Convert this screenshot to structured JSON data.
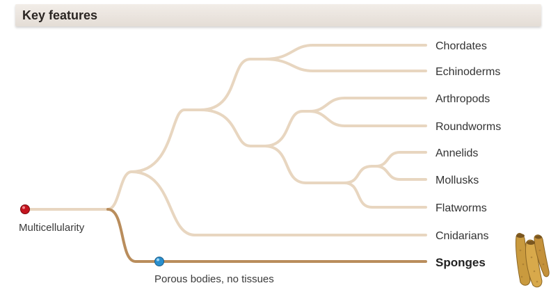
{
  "header": {
    "title": "Key features"
  },
  "taxa": [
    "Chordates",
    "Echinoderms",
    "Arthropods",
    "Roundworms",
    "Annelids",
    "Mollusks",
    "Flatworms",
    "Cnidarians",
    "Sponges"
  ],
  "features": {
    "multicellularity": "Multicellularity",
    "porous": "Porous bodies, no tissues"
  },
  "colors": {
    "branch": "#e8d6c0",
    "sponge_branch": "#b98d5c",
    "red_node": "#c4141e",
    "blue_node": "#2a8fce",
    "header_bg": "#ebe5df"
  },
  "icons": {
    "sponge": "sponge-illustration"
  }
}
